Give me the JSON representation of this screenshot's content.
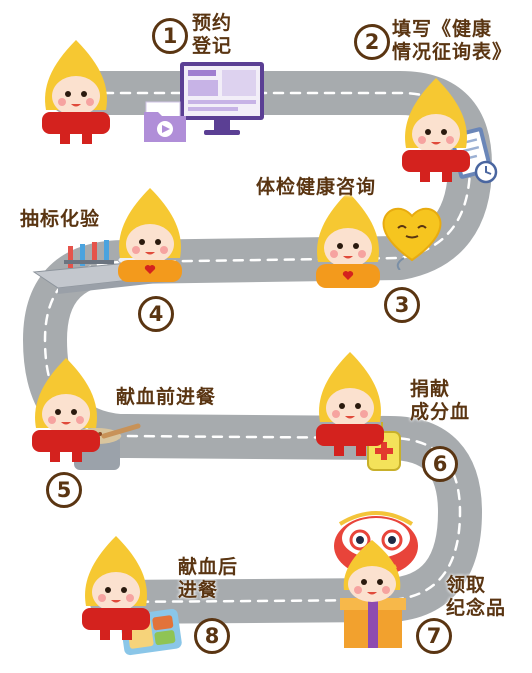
{
  "steps": [
    {
      "num": "1",
      "lines": [
        "预约",
        "登记"
      ]
    },
    {
      "num": "2",
      "lines": [
        "填写《健康",
        "情况征询表》"
      ]
    },
    {
      "num": "3",
      "lines": [
        "体检健康咨询"
      ]
    },
    {
      "num": "4",
      "lines": [
        "抽标化验"
      ]
    },
    {
      "num": "5",
      "lines": [
        "献血前进餐"
      ]
    },
    {
      "num": "6",
      "lines": [
        "捐献",
        "成分血"
      ]
    },
    {
      "num": "7",
      "lines": [
        "领取",
        "纪念品"
      ]
    },
    {
      "num": "8",
      "lines": [
        "献血后",
        "进餐"
      ]
    }
  ],
  "colors": {
    "road": "#a7abae",
    "road_dash": "#ffffff",
    "text": "#5a3512",
    "mascot_head": "#f6c832",
    "mascot_face": "#fbe1cf",
    "shirt_red": "#d4221e",
    "shirt_orange": "#f39a1c"
  },
  "icons": [
    "computer-screen-icon",
    "video-folder-icon",
    "clipboard-clock-icon",
    "heart-icon",
    "lab-bench-icon",
    "porridge-pot-icon",
    "blood-bag-icon",
    "lion-head-icon",
    "gift-box-icon",
    "lunch-box-icon"
  ]
}
